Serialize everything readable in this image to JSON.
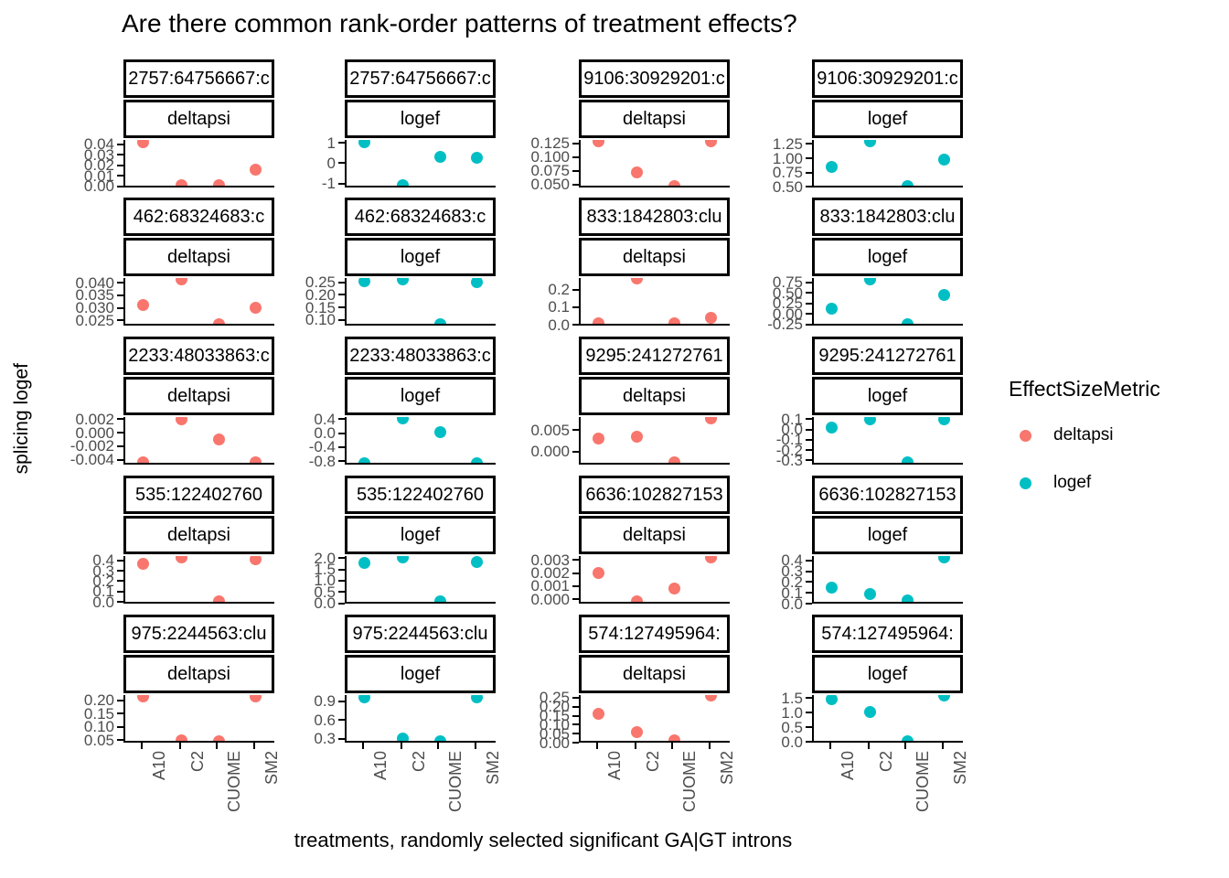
{
  "chart_data": {
    "type": "scatter",
    "title": "Are there common rank-order patterns of treatment effects?",
    "xlabel": "treatments, randomly selected significant GA|GT introns",
    "ylabel": "splicing logef",
    "legend": {
      "title": "EffectSizeMetric",
      "position": "right",
      "items": [
        {
          "label": "deltapsi",
          "color": "#F8766D"
        },
        {
          "label": "logef",
          "color": "#00BFC4"
        }
      ]
    },
    "metric_colors": {
      "deltapsi": "#F8766D",
      "logef": "#00BFC4"
    },
    "x_categories": [
      "A10",
      "C2",
      "CUOME",
      "SM2"
    ],
    "facet_layout": {
      "rows": 5,
      "cols": 4,
      "strip_levels": [
        "intron",
        "metric"
      ],
      "scales": "free_y",
      "grid": false
    },
    "facets": [
      {
        "intron": "2757:64756667:c",
        "metric": "deltapsi",
        "ylim": [
          -0.001,
          0.044
        ],
        "yticks": [
          0.0,
          0.01,
          0.02,
          0.03,
          0.04
        ],
        "ytick_labels": [
          "0.00",
          "0.01",
          "0.02",
          "0.03",
          "0.04"
        ],
        "values": [
          0.042,
          0.001,
          0.001,
          0.016
        ]
      },
      {
        "intron": "2757:64756667:c",
        "metric": "logef",
        "ylim": [
          -1.2,
          1.15
        ],
        "yticks": [
          -1,
          0,
          1
        ],
        "ytick_labels": [
          "-1",
          "0",
          "1"
        ],
        "values": [
          1.05,
          -1.1,
          0.3,
          0.25
        ]
      },
      {
        "intron": "9106:30929201:c",
        "metric": "deltapsi",
        "ylim": [
          0.045,
          0.131
        ],
        "yticks": [
          0.05,
          0.075,
          0.1,
          0.125
        ],
        "ytick_labels": [
          "0.050",
          "0.075",
          "0.100",
          "0.125"
        ],
        "values": [
          0.128,
          0.072,
          0.048,
          0.128
        ]
      },
      {
        "intron": "9106:30929201:c",
        "metric": "logef",
        "ylim": [
          0.49,
          1.32
        ],
        "yticks": [
          0.5,
          0.75,
          1.0,
          1.25
        ],
        "ytick_labels": [
          "0.50",
          "0.75",
          "1.00",
          "1.25"
        ],
        "values": [
          0.85,
          1.29,
          0.52,
          0.97
        ]
      },
      {
        "intron": "462:68324683:c",
        "metric": "deltapsi",
        "ylim": [
          0.0228,
          0.042
        ],
        "yticks": [
          0.025,
          0.03,
          0.035,
          0.04
        ],
        "ytick_labels": [
          "0.025",
          "0.030",
          "0.035",
          "0.040"
        ],
        "values": [
          0.031,
          0.0415,
          0.0235,
          0.03
        ]
      },
      {
        "intron": "462:68324683:c",
        "metric": "logef",
        "ylim": [
          0.078,
          0.267
        ],
        "yticks": [
          0.1,
          0.15,
          0.2,
          0.25
        ],
        "ytick_labels": [
          "0.10",
          "0.15",
          "0.20",
          "0.25"
        ],
        "values": [
          0.255,
          0.26,
          0.085,
          0.25
        ]
      },
      {
        "intron": "833:1842803:clu",
        "metric": "deltapsi",
        "ylim": [
          -0.004,
          0.265
        ],
        "yticks": [
          0.0,
          0.1,
          0.2
        ],
        "ytick_labels": [
          "0.0",
          "0.1",
          "0.2"
        ],
        "values": [
          0.008,
          0.26,
          0.008,
          0.04
        ]
      },
      {
        "intron": "833:1842803:clu",
        "metric": "logef",
        "ylim": [
          -0.28,
          0.85
        ],
        "yticks": [
          -0.25,
          0.0,
          0.25,
          0.5,
          0.75
        ],
        "ytick_labels": [
          "-0.25",
          "0.00",
          "0.25",
          "0.50",
          "0.75"
        ],
        "values": [
          0.13,
          0.82,
          -0.24,
          0.44
        ]
      },
      {
        "intron": "2233:48033863:c",
        "metric": "deltapsi",
        "ylim": [
          -0.0047,
          0.0023
        ],
        "yticks": [
          -0.004,
          -0.002,
          0.0,
          0.002
        ],
        "ytick_labels": [
          "-0.004",
          "-0.002",
          "0.000",
          "0.002"
        ],
        "values": [
          -0.0044,
          0.002,
          -0.001,
          -0.0044
        ]
      },
      {
        "intron": "2233:48033863:c",
        "metric": "logef",
        "ylim": [
          -0.9,
          0.46
        ],
        "yticks": [
          -0.8,
          -0.4,
          0.0,
          0.4
        ],
        "ytick_labels": [
          "-0.8",
          "-0.4",
          "0.0",
          "0.4"
        ],
        "values": [
          -0.85,
          0.42,
          0.02,
          -0.85
        ]
      },
      {
        "intron": "9295:241272761",
        "metric": "deltapsi",
        "ylim": [
          -0.003,
          0.008
        ],
        "yticks": [
          0.0,
          0.005
        ],
        "ytick_labels": [
          "0.000",
          "0.005"
        ],
        "values": [
          0.003,
          0.0035,
          -0.0025,
          0.0077
        ]
      },
      {
        "intron": "9295:241272761",
        "metric": "logef",
        "ylim": [
          -0.34,
          0.12
        ],
        "yticks": [
          -0.3,
          -0.2,
          -0.1,
          0.0,
          0.1
        ],
        "ytick_labels": [
          "-0.3",
          "-0.2",
          "-0.1",
          "0.0",
          "0.1"
        ],
        "values": [
          0.02,
          0.1,
          -0.32,
          0.1
        ]
      },
      {
        "intron": "535:122402760",
        "metric": "deltapsi",
        "ylim": [
          -0.015,
          0.44
        ],
        "yticks": [
          0.0,
          0.1,
          0.2,
          0.3,
          0.4
        ],
        "ytick_labels": [
          "0.0",
          "0.1",
          "0.2",
          "0.3",
          "0.4"
        ],
        "values": [
          0.37,
          0.43,
          0.005,
          0.41
        ]
      },
      {
        "intron": "535:122402760",
        "metric": "logef",
        "ylim": [
          -0.02,
          2.1
        ],
        "yticks": [
          0.0,
          0.5,
          1.0,
          1.5,
          2.0
        ],
        "ytick_labels": [
          "0.0",
          "0.5",
          "1.0",
          "1.5",
          "2.0"
        ],
        "values": [
          1.8,
          2.05,
          0.08,
          1.85
        ]
      },
      {
        "intron": "6636:102827153",
        "metric": "deltapsi",
        "ylim": [
          -0.00035,
          0.0033
        ],
        "yticks": [
          0.0,
          0.001,
          0.002,
          0.003
        ],
        "ytick_labels": [
          "0.000",
          "0.001",
          "0.002",
          "0.003"
        ],
        "values": [
          0.002,
          -0.0002,
          0.0008,
          0.0032
        ]
      },
      {
        "intron": "6636:102827153",
        "metric": "logef",
        "ylim": [
          0.0,
          0.44
        ],
        "yticks": [
          0.0,
          0.1,
          0.2,
          0.3,
          0.4
        ],
        "ytick_labels": [
          "0.0",
          "0.1",
          "0.2",
          "0.3",
          "0.4"
        ],
        "values": [
          0.15,
          0.09,
          0.03,
          0.43
        ]
      },
      {
        "intron": "975:2244563:clu",
        "metric": "deltapsi",
        "ylim": [
          0.04,
          0.22
        ],
        "yticks": [
          0.05,
          0.1,
          0.15,
          0.2
        ],
        "ytick_labels": [
          "0.05",
          "0.10",
          "0.15",
          "0.20"
        ],
        "values": [
          0.215,
          0.05,
          0.045,
          0.215
        ]
      },
      {
        "intron": "975:2244563:clu",
        "metric": "logef",
        "ylim": [
          0.24,
          1.0
        ],
        "yticks": [
          0.3,
          0.6,
          0.9
        ],
        "ytick_labels": [
          "0.3",
          "0.6",
          "0.9"
        ],
        "values": [
          0.97,
          0.31,
          0.26,
          0.97
        ]
      },
      {
        "intron": "574:127495964:",
        "metric": "deltapsi",
        "ylim": [
          0.0,
          0.265
        ],
        "yticks": [
          0.0,
          0.05,
          0.1,
          0.15,
          0.2,
          0.25
        ],
        "ytick_labels": [
          "0.00",
          "0.05",
          "0.10",
          "0.15",
          "0.20",
          "0.25"
        ],
        "values": [
          0.16,
          0.06,
          0.012,
          0.26
        ]
      },
      {
        "intron": "574:127495964:",
        "metric": "logef",
        "ylim": [
          -0.02,
          1.6
        ],
        "yticks": [
          0.0,
          0.5,
          1.0,
          1.5
        ],
        "ytick_labels": [
          "0.0",
          "0.5",
          "1.0",
          "1.5"
        ],
        "values": [
          1.45,
          1.02,
          0.03,
          1.57
        ]
      }
    ]
  }
}
